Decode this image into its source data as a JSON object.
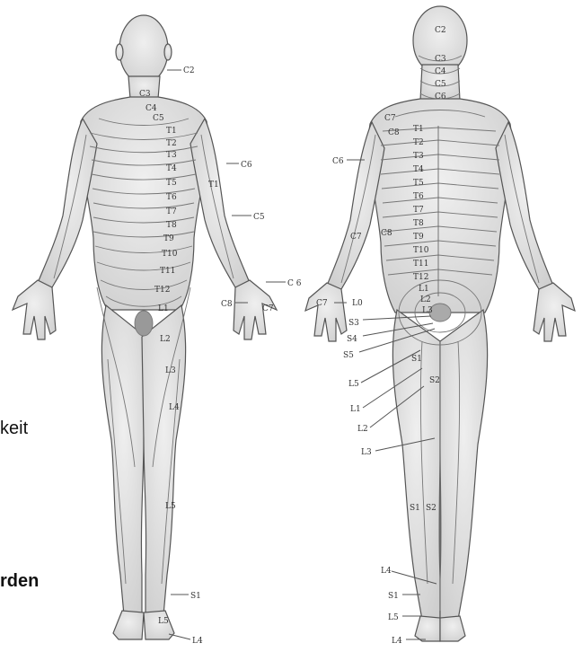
{
  "side_text": {
    "line1": "keit",
    "line2": "rden"
  },
  "front": {
    "labels": {
      "c2": "C2",
      "c3": "C3",
      "c4": "C4",
      "c5": "C5",
      "t1": "T1",
      "t2": "T2",
      "t3": "T3",
      "t4": "T4",
      "t5": "T5",
      "t6": "T6",
      "t7": "T7",
      "t8": "T8",
      "t9": "T9",
      "t10": "T10",
      "t11": "T11",
      "t12": "T12",
      "c6": "C6",
      "t1arm": "T1",
      "c5arm": "C5",
      "c6hand": "C 6",
      "c8hand": "C8",
      "c7hand": "C7",
      "l1": "L1",
      "l2": "L2",
      "l3": "L3",
      "l4": "L4",
      "l5": "L5",
      "s1": "S1",
      "l5b": "L5",
      "l4b": "L4"
    }
  },
  "back": {
    "labels": {
      "c2": "C2",
      "c3": "C3",
      "c4": "C4",
      "c5": "C5",
      "c6": "C6",
      "c7": "C7",
      "c8": "C8",
      "c6arm": "C6",
      "c7arm": "C7",
      "c8arm": "C8",
      "c7hand": "C7",
      "l0hand": "L0",
      "t1": "T1",
      "t2": "T2",
      "t3": "T3",
      "t4": "T4",
      "t5": "T5",
      "t6": "T6",
      "t7": "T7",
      "t8": "T8",
      "t9": "T9",
      "t10": "T10",
      "t11": "T11",
      "t12": "T12",
      "l1": "L1",
      "l2": "L2",
      "l3": "L3",
      "s3": "S3",
      "s4": "S4",
      "s5": "S5",
      "s1": "S1",
      "s2": "S2",
      "l5": "L5",
      "l1b": "L1",
      "l2b": "L2",
      "l3b": "L3",
      "s1leg": "S1",
      "s2leg": "S2",
      "l4": "L4",
      "s1foot": "S1",
      "l5foot": "L5",
      "l4foot": "L4"
    }
  }
}
